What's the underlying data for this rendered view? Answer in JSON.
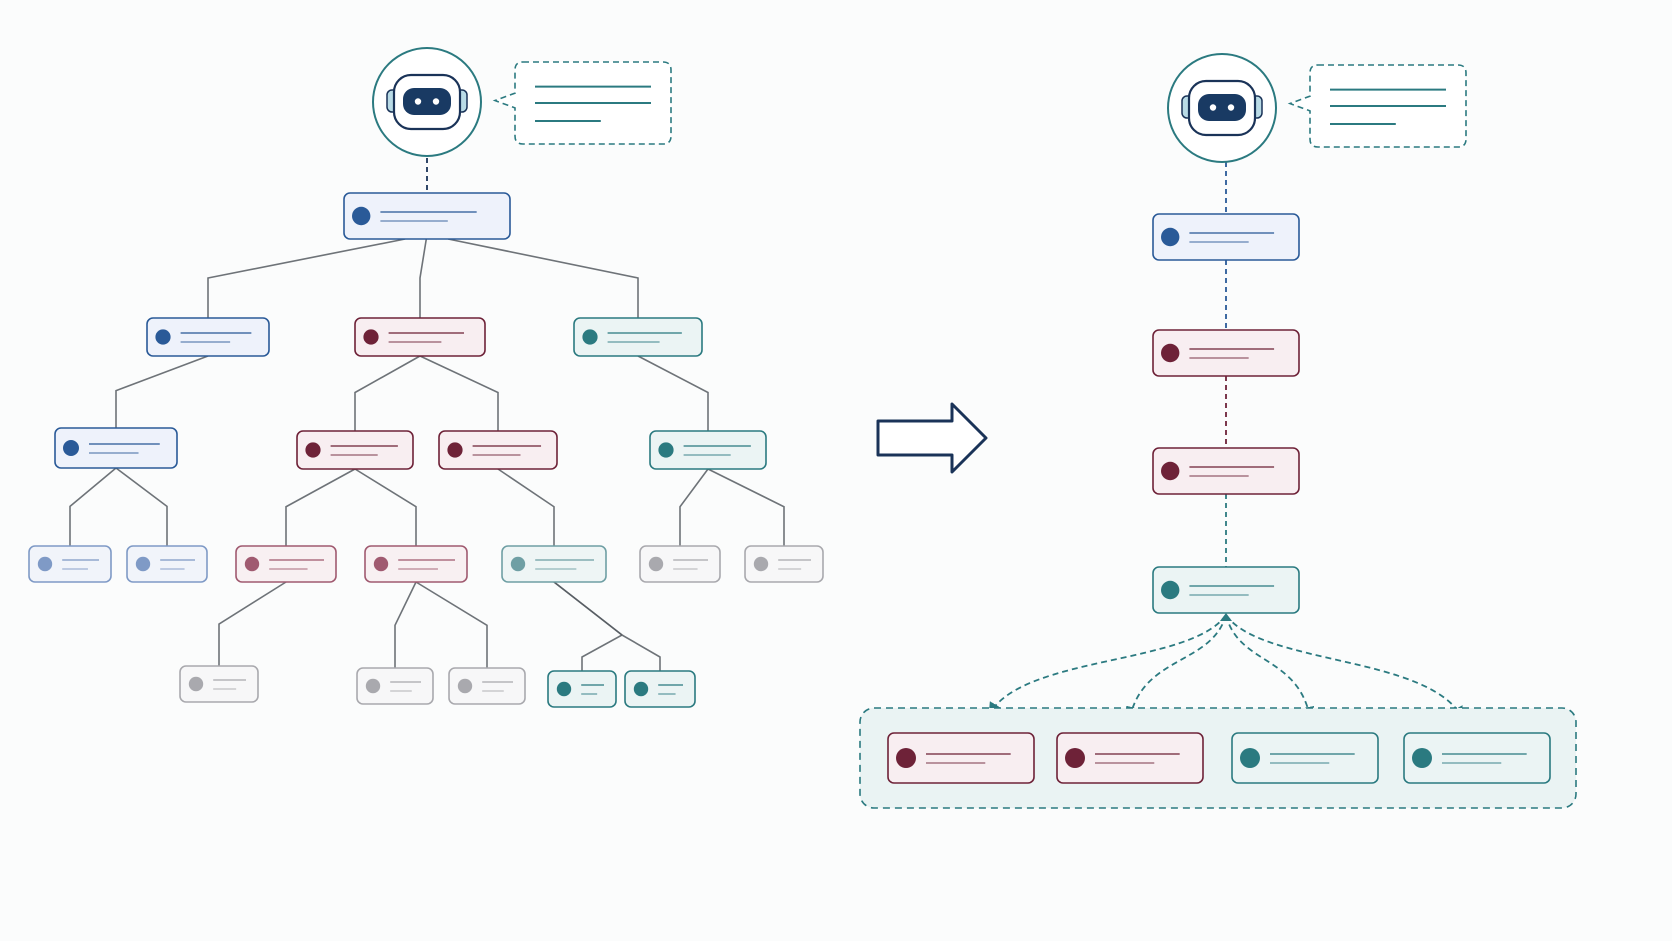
{
  "colors": {
    "background": "#fbfcfc",
    "blue": "#2a5a98",
    "maroon": "#6e2238",
    "teal": "#2b7a80",
    "gray": "#a9a9ae",
    "light_blue": "#7f9ac6",
    "light_maroon": "#a05a70",
    "light_teal": "#6f9fa4",
    "navy": "#1a3358",
    "connector": "#555a60"
  },
  "icons": {
    "agent": "robot-head-icon",
    "thought": "speech-bubble-icon",
    "transform": "right-arrow-icon",
    "node_marker": "circle-dot-icon"
  },
  "left_panel": {
    "role": "branching-tree",
    "nodes": [
      {
        "id": "root",
        "tone": "blue",
        "parent": null
      },
      {
        "id": "l1-a",
        "tone": "blue",
        "parent": "root"
      },
      {
        "id": "l1-b",
        "tone": "maroon",
        "parent": "root"
      },
      {
        "id": "l1-c",
        "tone": "teal",
        "parent": "root"
      },
      {
        "id": "l2-a",
        "tone": "blue",
        "parent": "l1-a"
      },
      {
        "id": "l2-b",
        "tone": "maroon",
        "parent": "l1-b"
      },
      {
        "id": "l2-c",
        "tone": "maroon",
        "parent": "l1-b"
      },
      {
        "id": "l2-d",
        "tone": "teal",
        "parent": "l1-c"
      },
      {
        "id": "l3-a",
        "tone": "light_blue",
        "parent": "l2-a"
      },
      {
        "id": "l3-b",
        "tone": "light_blue",
        "parent": "l2-a"
      },
      {
        "id": "l3-c",
        "tone": "light_maroon",
        "parent": "l2-b"
      },
      {
        "id": "l3-d",
        "tone": "light_maroon",
        "parent": "l2-b"
      },
      {
        "id": "l3-e",
        "tone": "light_teal",
        "parent": "l2-c"
      },
      {
        "id": "l3-f",
        "tone": "gray",
        "parent": "l2-d"
      },
      {
        "id": "l3-g",
        "tone": "gray",
        "parent": "l2-d"
      },
      {
        "id": "l4-a",
        "tone": "gray",
        "parent": "l3-c"
      },
      {
        "id": "l4-b",
        "tone": "gray",
        "parent": "l3-d"
      },
      {
        "id": "l4-c",
        "tone": "gray",
        "parent": "l3-d"
      },
      {
        "id": "l4-d",
        "tone": "teal",
        "parent": "l3-e"
      },
      {
        "id": "l4-e",
        "tone": "teal",
        "parent": "l3-e"
      }
    ]
  },
  "right_panel": {
    "role": "linear-chain",
    "chain": [
      {
        "id": "step-1",
        "tone": "blue"
      },
      {
        "id": "step-2",
        "tone": "maroon"
      },
      {
        "id": "step-3",
        "tone": "maroon"
      },
      {
        "id": "step-4",
        "tone": "teal"
      }
    ],
    "group": [
      {
        "id": "out-1",
        "tone": "maroon"
      },
      {
        "id": "out-2",
        "tone": "maroon"
      },
      {
        "id": "out-3",
        "tone": "teal"
      },
      {
        "id": "out-4",
        "tone": "teal"
      }
    ]
  }
}
